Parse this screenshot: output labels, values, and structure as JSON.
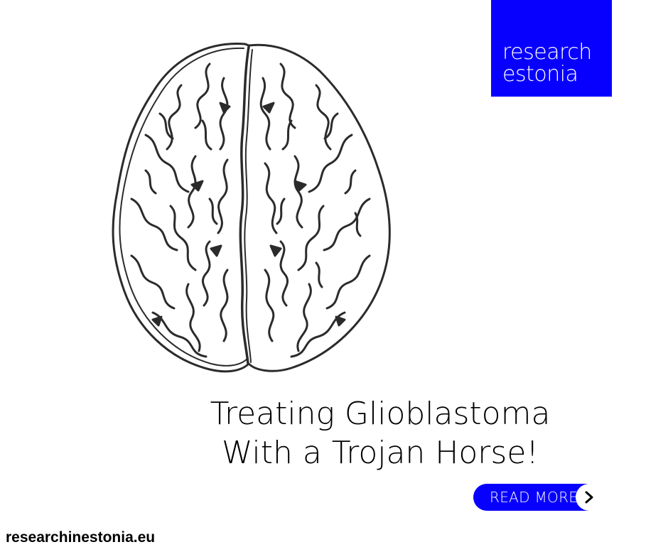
{
  "logo": {
    "line1": "research",
    "line2": "estonia"
  },
  "headline": {
    "line1": "Treating Glioblastoma",
    "line2": "With a Trojan Horse!"
  },
  "cta": {
    "label": "READ MORE",
    "icon": "chevron-right-icon"
  },
  "footer": {
    "url": "researchinestonia.eu"
  },
  "illustration": {
    "icon": "brain-icon"
  },
  "colors": {
    "brand_blue": "#0800ff",
    "text": "#000000",
    "background": "#ffffff",
    "sketch": "#2b2b2b"
  }
}
